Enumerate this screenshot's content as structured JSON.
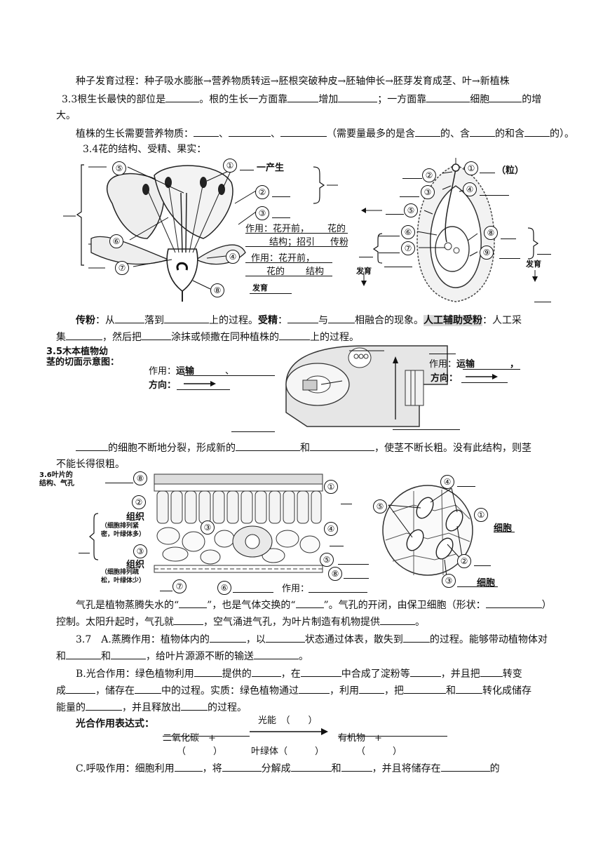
{
  "lines": {
    "l1": "种子发育过程：种子吸水膨胀→营养物质转运→胚根突破种皮→胚轴伸长→胚芽发育成茎、叶→新植株",
    "l2a": "3.3根生长最快的部位是",
    "l2b": "。根的生长一方面靠",
    "l2c": "增加",
    "l2d": "；一方面靠",
    "l2e": "细胞",
    "l2f": "的增",
    "l3": "大。",
    "l4a": "植株的生长需要营养物质：",
    "l4b": "（需要量最多的是含",
    "l4c": "的、含",
    "l4d": "的和含",
    "l4e": "的）。",
    "l5": "3.4花的结构、受精、果实：",
    "pollination_title": "传粉",
    "p1a": "：从",
    "p1b": "落到",
    "p1c": "上的过程。",
    "fert_title": "受精",
    "p1d": "：",
    "p1e": "与",
    "p1f": "相融合的现象。",
    "artificial_title": "人工辅助受粉",
    "p1g": "：人工采",
    "p2a": "集",
    "p2b": "，然后把",
    "p2c": "涂抹或倾撒在同种植株的",
    "p2d": "上的过程。",
    "stem_title_1": "3.5木本植物幼",
    "stem_title_2": "茎的切面示意图：",
    "cam1": "的细胞不断地分裂，形成新的",
    "cam2": "和",
    "cam3": "，使茎不断长粗。没有此结构，则茎",
    "cam4": "不能长得很粗。",
    "leaf_title_1": "3.6叶片的",
    "leaf_title_2": "结构、气孔",
    "st1a": "气孔是植物蒸腾失水的“",
    "st1b": "”，也是气体交换的“",
    "st1c": "”。气孔的开闭，由保卫细胞（形状：",
    "st1d": "）",
    "st2a": "控制。太阳升起时，气孔就",
    "st2b": "，空气涌进气孔，为叶片制造有机物提供",
    "st2c": "。",
    "tr1a": "3.7　A.蒸腾作用：植物体内的",
    "tr1b": "，以",
    "tr1c": "状态通过体表，散失到",
    "tr1d": "的过程。能够带动植物体对",
    "tr2a": "和",
    "tr2b": "和",
    "tr2c": "，给叶片源源不断的输送",
    "tr2d": "。",
    "ps1a": "B.光合作用：绿色植物利用",
    "ps1b": "提供的",
    "ps1c": "，在",
    "ps1d": "中合成了淀粉等",
    "ps1e": "，并且把",
    "ps1f": "转变",
    "ps2a": "成",
    "ps2b": "，储存在",
    "ps2c": "中的过程。实质：绿色植物通过",
    "ps2d": "，利用",
    "ps2e": "，把",
    "ps2f": "和",
    "ps2g": "转化成储存",
    "ps3a": "能量的",
    "ps3b": "，并且释放出",
    "ps3c": "的过程。",
    "eq_title": "光合作用表达式：",
    "eq_light": "光能　（　　）",
    "eq_co2": "二氧化碳　+",
    "eq_org": "有机物　+",
    "eq_p1": "（　　　）",
    "eq_chl": "叶绿体（　　　）",
    "eq_p2": "（　　　）",
    "rs1a": "C.呼吸作用：细胞利用",
    "rs1b": "，将",
    "rs1c": "分解成",
    "rs1d": "和",
    "rs1e": "，并且将储存在",
    "rs1f": "的"
  },
  "flower": {
    "produce": "一产生",
    "func1a": "作用：花开前，",
    "func1b": "花的",
    "func2a": "结构；招引",
    "func2b": "传粉",
    "func3": "作用：花开前，",
    "func4a": "花的",
    "func4b": "结构",
    "develop": "发育",
    "nums": [
      "①",
      "②",
      "③",
      "④",
      "⑤",
      "⑥",
      "⑦",
      "⑧"
    ]
  },
  "ovule": {
    "grain": "（粒）",
    "develop1": "发育",
    "develop2": "发育",
    "nums": [
      "①",
      "②",
      "③",
      "④",
      "⑤",
      "⑥",
      "⑦",
      "⑧",
      "⑨"
    ]
  },
  "stem": {
    "func_left": "作用：",
    "transport": "运输",
    "sep": "、",
    "dir_left": "方向：",
    "func_right": "作用：",
    "transport_r": "运输",
    "comma": "，",
    "dir_right": "方向："
  },
  "leaf": {
    "tissue1": "组织",
    "note1a": "（细胞排列紧",
    "note1b": "密，叶绿体多）",
    "tissue2": "组织",
    "note2a": "（细胞排列疏",
    "note2b": "松，叶绿体少）",
    "func": "作用：",
    "cell1": "细胞",
    "cell2": "细胞",
    "nums": [
      "①",
      "②",
      "③",
      "④",
      "⑤",
      "⑥",
      "⑦",
      "⑧"
    ]
  }
}
